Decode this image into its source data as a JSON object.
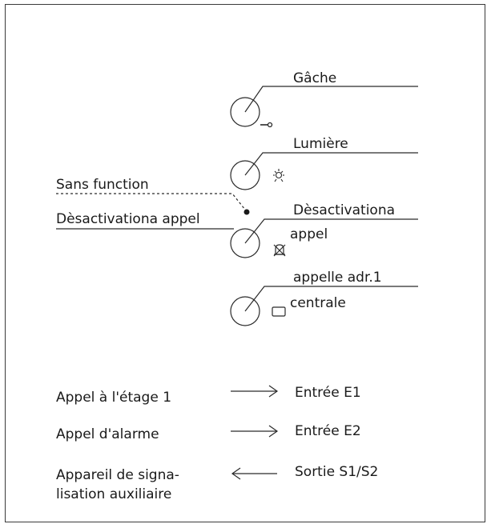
{
  "buttons": {
    "gache": "Gâche",
    "lumiere": "Lumière",
    "desactivation_line1": "Dèsactivationa",
    "desactivation_line2": "appel",
    "appelle_line1": "appelle adr.1",
    "appelle_line2": "centrale"
  },
  "left_labels": {
    "sans_function": "Sans function",
    "desactivation_appel": "Dèsactivationa appel"
  },
  "table": [
    {
      "left": "Appel à l'étage 1",
      "right": "Entrée E1",
      "arrow": "right"
    },
    {
      "left": "Appel d'alarme",
      "right": "Entrée E2",
      "arrow": "right"
    },
    {
      "left_line1": "Appareil de signa-",
      "left_line2": "lisation auxiliaire",
      "right": "Sortie S1/S2",
      "arrow": "left"
    }
  ],
  "icons": [
    "key-icon",
    "light-icon",
    "bell-off-icon",
    "rectangle-icon"
  ]
}
